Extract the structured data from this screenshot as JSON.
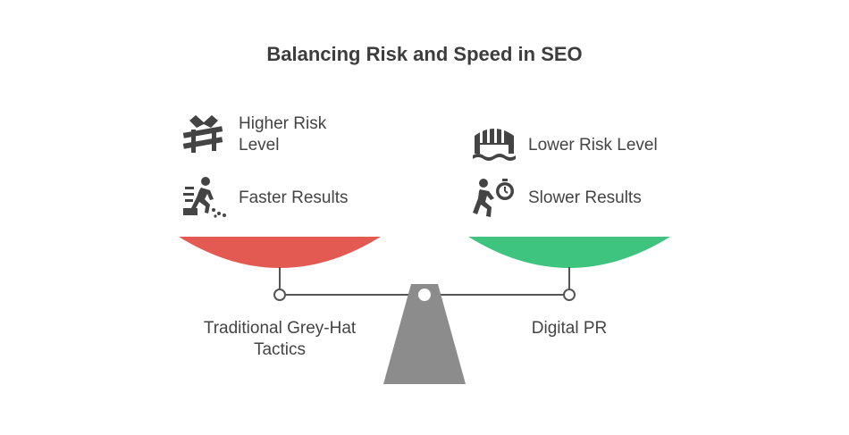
{
  "title": "Balancing Risk and Speed in SEO",
  "left": {
    "name": "Traditional Grey-Hat Tactics",
    "color": "#e35a52",
    "risk": {
      "label": "Higher Risk Level",
      "icon": "broken-barrier-icon"
    },
    "speed": {
      "label": "Faster Results",
      "icon": "sprinter-icon"
    }
  },
  "right": {
    "name": "Digital PR",
    "color": "#3ec47f",
    "risk": {
      "label": "Lower Risk Level",
      "icon": "bridge-icon"
    },
    "speed": {
      "label": "Slower Results",
      "icon": "runner-stopwatch-icon"
    }
  },
  "colors": {
    "stand": "#8c8c8c",
    "text": "#444444",
    "line": "#555555"
  }
}
